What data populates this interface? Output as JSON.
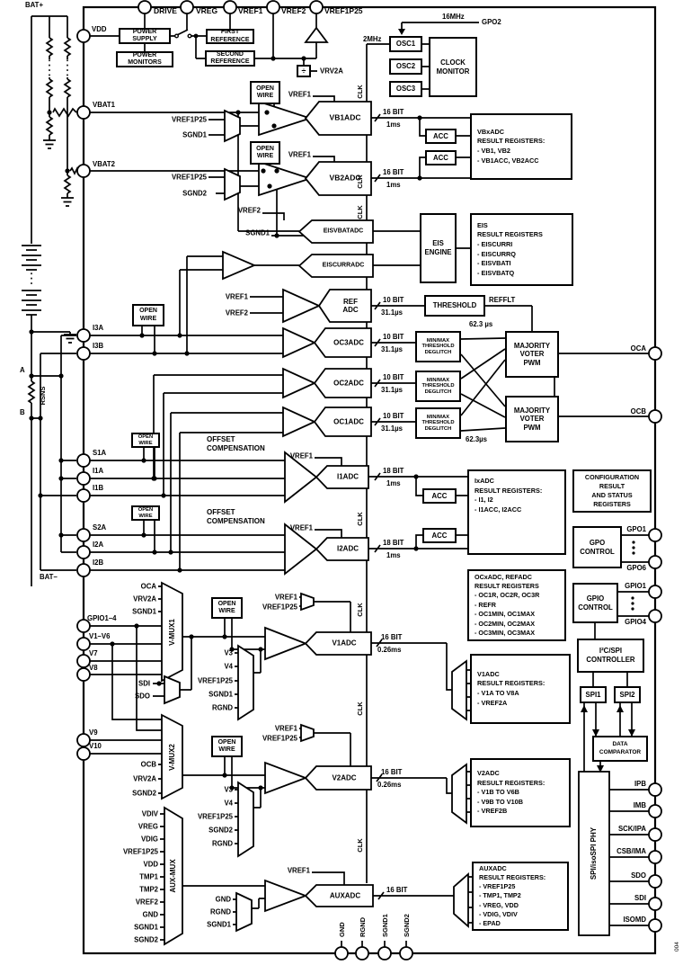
{
  "diagram": {
    "figure_code": "004"
  },
  "pins": {
    "top": [
      "DRIVE",
      "VREG",
      "VREF1",
      "VREF2",
      "VREF1P25"
    ],
    "left": [
      "VDD",
      "VBAT1",
      "VBAT2",
      "I3A",
      "I3B",
      "S1A",
      "I1A",
      "I1B",
      "S2A",
      "I2A",
      "I2B",
      "GPIO1–4",
      "V1–V6",
      "V7",
      "V8",
      "V9",
      "V10"
    ],
    "right": [
      "OCA",
      "OCB",
      "GPO1",
      "GPO6",
      "GPIO1",
      "GPIO4",
      "IPB",
      "IMB",
      "SCK/IPA",
      "CSB/IMA",
      "SDO",
      "SDI",
      "ISOMD"
    ],
    "bottom": [
      "GND",
      "RGND",
      "SGND1",
      "SGND2"
    ],
    "external": [
      "BAT+",
      "BAT–",
      "A",
      "B",
      "RSNS"
    ]
  },
  "blocks": {
    "power_supply": "POWER\nSUPPLY",
    "power_monitors": "POWER\nMONITORS",
    "first_reference": "FIRST\nREFERENCE",
    "second_reference": "SECOND\nREFERENCE",
    "divider": "÷",
    "osc1": "OSC1",
    "osc2": "OSC2",
    "osc3": "OSC3",
    "clock_monitor": "CLOCK\nMONITOR",
    "open_wire": "OPEN\nWIRE",
    "acc": "ACC",
    "eis_engine": "EIS\nENGINE",
    "threshold": "THRESHOLD",
    "minmax_deglitch": "MIN/MAX\nTHRESHOLD\nDEGLITCH",
    "majority_voter": "MAJORITY\nVOTER\nPWM",
    "offset_compensation": "OFFSET\nCOMPENSATION",
    "gpo_control": "GPO\nCONTROL",
    "gpio_control": "GPIO\nCONTROL",
    "i2c_spi_controller": "I²C/SPI\nCONTROLLER",
    "spi1": "SPI1",
    "spi2": "SPI2",
    "data_comparator": "DATA\nCOMPARATOR",
    "spi_phy": "SPI/isoSPI PHY"
  },
  "adcs": {
    "vb1": "VB1ADC",
    "vb2": "VB2ADC",
    "eisvbat": "EISVBATADC",
    "eiscurr": "EISCURRADC",
    "ref": "REF\nADC",
    "oc3": "OC3ADC",
    "oc2": "OC2ADC",
    "oc1": "OC1ADC",
    "i1": "I1ADC",
    "i2": "I2ADC",
    "v1": "V1ADC",
    "v2": "V2ADC",
    "aux": "AUXADC"
  },
  "registers": {
    "vbx": "VBxADC\nRESULT REGISTERS:\n- VB1, VB2\n- VB1ACC, VB2ACC",
    "eis": "EIS\nRESULT REGISTERS\n- EISCURRI\n- EISCURRQ\n- EISVBATI\n- EISVBATQ",
    "ix": "IxADC\nRESULT REGISTERS:\n- I1, I2\n- I1ACC, I2ACC",
    "config": "CONFIGURATION\nRESULT\nAND STATUS\nREGISTERS",
    "ocx": "OCxADC, REFADC\nRESULT REGISTERS\n- OC1R, OC2R, OC3R\n- REFR\n- OC1MIN, OC1MAX\n- OC2MIN, OC2MAX\n- OC3MIN, OC3MAX",
    "v1": "V1ADC\nRESULT REGISTERS:\n- V1A TO V8A\n- VREF2A",
    "v2": "V2ADC\nRESULT REGISTERS:\n- V1B TO V6B\n- V9B TO V10B\n- VREF2B",
    "aux": "AUXADC\nRESULT REGISTERS:\n- VREF1P25\n- TMP1, TMP2\n- VREG, VDD\n- VDIG, VDIV\n- EPAD"
  },
  "nets": {
    "vref1": "VREF1",
    "vref2": "VREF2",
    "vref1p25": "VREF1P25",
    "sgnd1": "SGND1",
    "sgnd2": "SGND2",
    "rgnd": "RGND",
    "gnd": "GND",
    "vrv2a": "VRV2A",
    "v3": "V3",
    "v4": "V4",
    "sdi": "SDI",
    "sdo": "SDO",
    "oca": "OCA",
    "ocb": "OCB",
    "clk": "CLK",
    "gpo2": "GPO2",
    "refflt": "REFFLT",
    "vdiv": "VDIV",
    "vreg": "VREG",
    "vdig": "VDIG",
    "vdd": "VDD",
    "tmp1": "TMP1",
    "tmp2": "TMP2"
  },
  "muxes": {
    "vmux1": "V-MUX1",
    "vmux2": "V-MUX2",
    "auxmux": "AUX-MUX"
  },
  "timing": {
    "bit16": "16 BIT",
    "bit10": "10 BIT",
    "bit18": "18 BIT",
    "ms1": "1ms",
    "us311": "31.1µs",
    "ms026": "0.26ms",
    "us623": "62.3 µs",
    "us623b": "62.3µs",
    "mhz2": "2MHz",
    "mhz16": "16MHz"
  }
}
